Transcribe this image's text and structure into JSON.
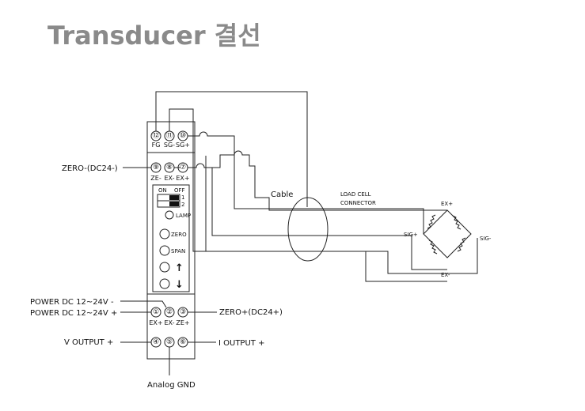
{
  "title": "Transducer  결선",
  "module": {
    "top_terminals": [
      {
        "num": "⑫",
        "label": "FG"
      },
      {
        "num": "⑪",
        "label": "SG-"
      },
      {
        "num": "⑩",
        "label": "SG+"
      }
    ],
    "mid_terminals": [
      {
        "num": "⑨",
        "label": "ZE-"
      },
      {
        "num": "⑧",
        "label": "EX-"
      },
      {
        "num": "⑦",
        "label": "EX+"
      }
    ],
    "power_terminals": [
      {
        "num": "①",
        "label": "EX+"
      },
      {
        "num": "②",
        "label": "EX-"
      },
      {
        "num": "③",
        "label": "ZE+"
      }
    ],
    "output_terminals": [
      {
        "num": "④"
      },
      {
        "num": "⑤"
      },
      {
        "num": "⑥"
      }
    ],
    "switch_on": "ON",
    "switch_off": "OFF",
    "switch_1": "1",
    "switch_2": "2",
    "lamp_label": "LAMP",
    "zero_label": "ZERO",
    "span_label": "SPAN",
    "up_arrow": "↑",
    "down_arrow": "↓"
  },
  "labels": {
    "zero_minus": "ZERO-(DC24-)",
    "zero_plus": "ZERO+(DC24+)",
    "power_minus": "POWER DC 12~24V -",
    "power_plus": "POWER DC 12~24V +",
    "v_output": "V OUTPUT +",
    "i_output": "I OUTPUT +",
    "analog_gnd": "Analog GND",
    "cable": "Cable",
    "load_cell_1": "LOAD CELL",
    "load_cell_2": "CONNECTOR",
    "ex_plus": "EX+",
    "ex_minus": "EX-",
    "sig_plus": "SIG+",
    "sig_minus": "SIG-"
  }
}
